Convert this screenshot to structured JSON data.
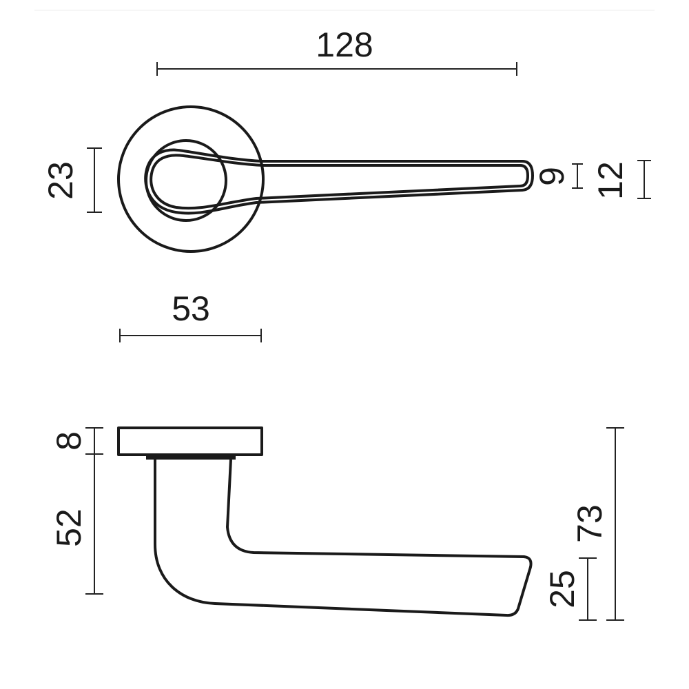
{
  "dimensions": {
    "top_view": {
      "overall_length": "128",
      "rose_height": "23",
      "tip_inner": "9",
      "tip_outer": "12",
      "rose_diameter": "53"
    },
    "side_view": {
      "rose_thickness": "8",
      "projection": "52",
      "total_height": "73",
      "grip_height": "25"
    }
  },
  "colors": {
    "line": "#1a1a1a",
    "background": "#ffffff"
  }
}
